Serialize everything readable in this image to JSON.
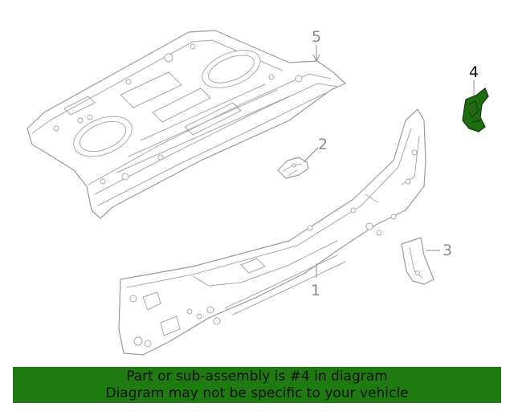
{
  "diagram": {
    "callouts": [
      {
        "id": "1",
        "label": "1"
      },
      {
        "id": "2",
        "label": "2"
      },
      {
        "id": "3",
        "label": "3"
      },
      {
        "id": "4",
        "label": "4"
      },
      {
        "id": "5",
        "label": "5"
      }
    ],
    "highlighted_part": "4",
    "highlight_color": "#1e7a11"
  },
  "banner": {
    "line1": "Part or sub-assembly is #4 in diagram",
    "line2": "Diagram may not be specific to your vehicle",
    "background_color": "#1e7a11"
  }
}
